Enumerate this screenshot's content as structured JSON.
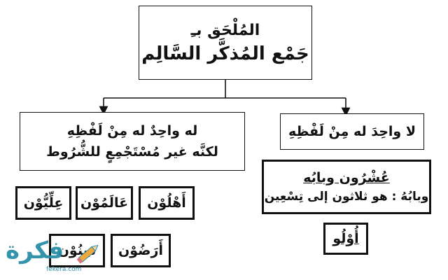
{
  "title": {
    "line1": "المُلْحَق بـِ",
    "line2": "جَمْع المُذكَّر السَّالِم"
  },
  "left_branch": {
    "line1": "له واحِدٌ له مِنْ لَفْظِهِ",
    "line2": "لكنَّه غير مُسْتَجْمِعٍ للشُّرُوط",
    "words": [
      "أَهْلُوْن",
      "عَالَمُوْن",
      "عِلِّيُّوْن",
      "أَرَضُوْن",
      "سِنُوْن"
    ]
  },
  "right_branch": {
    "top": "لا واحِدَ له مِنْ لَفْظِهِ",
    "mid_line1": "عُشْرُون وبابُه",
    "mid_line2": "وبابُهُ : هو ثلاثون إلى تِسْعِين",
    "bottom": "أُوْلُو"
  },
  "watermark": {
    "logo": "فكرة",
    "site": "fekera.com"
  },
  "colors": {
    "ink": "#111111",
    "watermark": "#2a8fa8"
  }
}
